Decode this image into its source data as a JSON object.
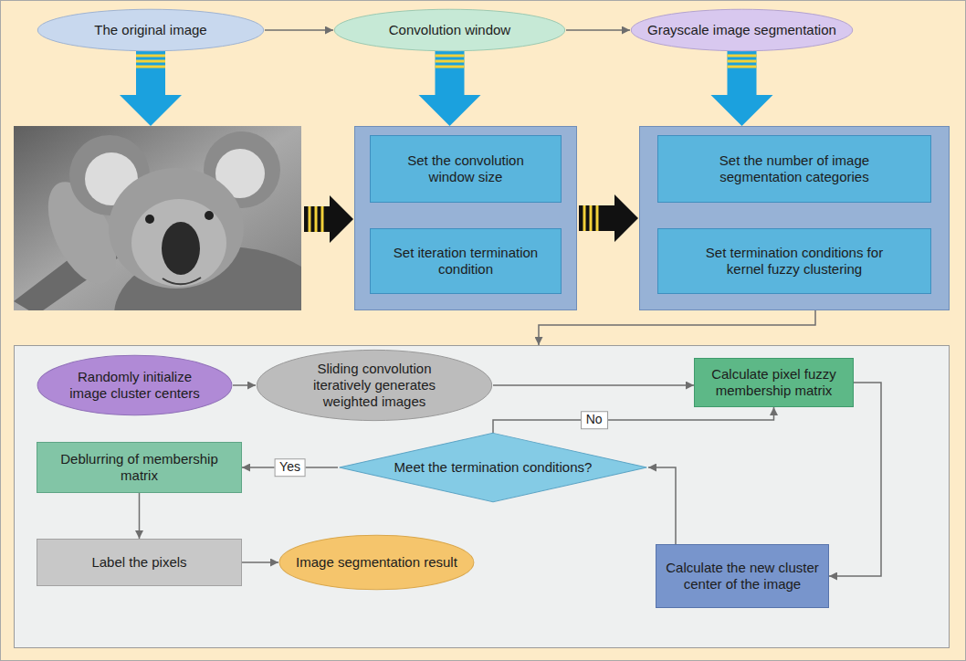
{
  "diagram": {
    "nodes": [
      {
        "text": [
          "The original image"
        ]
      },
      {
        "text": [
          "Convolution window"
        ]
      },
      {
        "text": [
          "Grayscale image segmentation"
        ]
      },
      {
        "text": []
      },
      {
        "text": [
          "Set the convolution window size"
        ],
        "in": 3
      },
      {
        "text": [
          "Set iteration termination condition"
        ],
        "in": 3
      },
      {
        "text": []
      },
      {
        "text": [
          "Set the number of image segmentation categories"
        ],
        "in": 6
      },
      {
        "text": [
          "Set termination conditions for kernel fuzzy clustering"
        ],
        "in": 6
      },
      {
        "text": []
      },
      {
        "text": [
          "Randomly initialize image cluster centers"
        ],
        "in": 9
      },
      {
        "text": [
          "Sliding convolution iteratively generates weighted images"
        ],
        "in": 9
      },
      {
        "text": [
          "Calculate pixel fuzzy membership matrix"
        ],
        "in": 9
      },
      {
        "text": [
          "Meet the termination conditions?"
        ],
        "in": 9
      },
      {
        "text": [
          "Deblurring of membership matrix"
        ],
        "in": 9
      },
      {
        "text": [
          "Calculate the new cluster center of the image"
        ],
        "in": 9
      },
      {
        "text": [
          "Label the pixels"
        ],
        "in": 9
      },
      {
        "text": [
          "Image segmentation result"
        ],
        "in": 9
      }
    ],
    "edges": [
      {
        "from": 0,
        "to": 1,
        "arrow": "to"
      },
      {
        "from": 1,
        "to": 2,
        "arrow": "to"
      },
      {
        "from": 1,
        "to": 3,
        "arrow": "to"
      },
      {
        "from": 2,
        "to": 6,
        "arrow": "to"
      },
      {
        "from": 3,
        "to": 6,
        "arrow": "to"
      },
      {
        "from": 6,
        "to": 9,
        "arrow": "to"
      },
      {
        "from": 10,
        "to": 11,
        "arrow": "to"
      },
      {
        "from": 11,
        "to": 12,
        "arrow": "to"
      },
      {
        "from": 12,
        "to": 15,
        "arrow": "to"
      },
      {
        "from": 15,
        "to": 13,
        "arrow": "to"
      },
      {
        "from": 13,
        "to": 12,
        "label": "No",
        "arrow": "to"
      },
      {
        "from": 13,
        "to": 14,
        "label": "Yes",
        "arrow": "to"
      },
      {
        "from": 14,
        "to": 16,
        "arrow": "to"
      },
      {
        "from": 16,
        "to": 17,
        "arrow": "to"
      }
    ]
  }
}
